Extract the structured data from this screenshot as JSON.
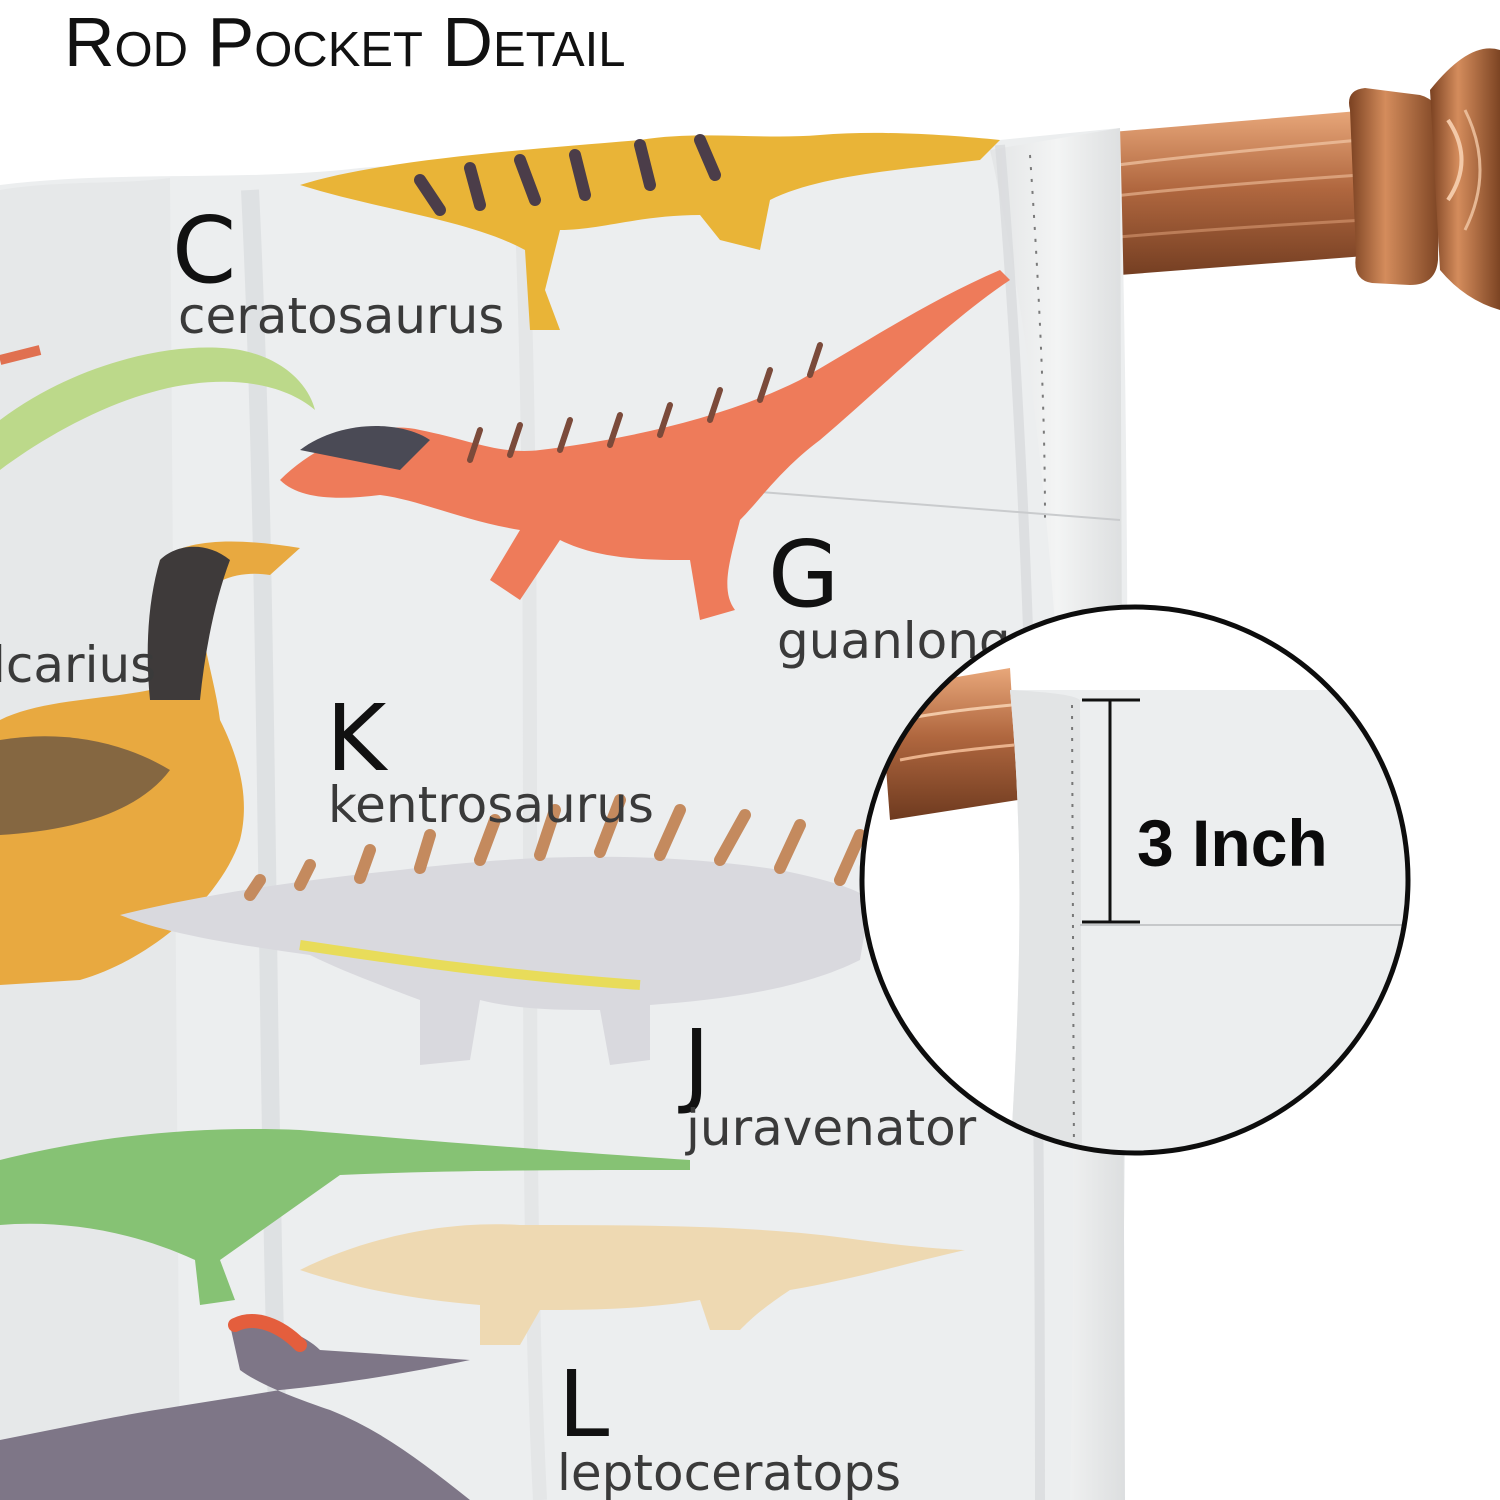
{
  "heading": "Rod Pocket Detail",
  "dinosaurs": {
    "c": {
      "letter": "C",
      "name": "ceratosaurus"
    },
    "g": {
      "letter": "G",
      "name": "guanlong"
    },
    "k": {
      "letter": "K",
      "name": "kentrosaurus"
    },
    "j": {
      "letter": "J",
      "name": "juravenator"
    },
    "l": {
      "letter": "L",
      "name": "leptoceratops"
    },
    "partial": {
      "name": "lcarius"
    }
  },
  "inset": {
    "measurement": "3 Inch"
  },
  "colors": {
    "curtain": "#eceeef",
    "rod": "#b0673f",
    "text": "#111111"
  }
}
